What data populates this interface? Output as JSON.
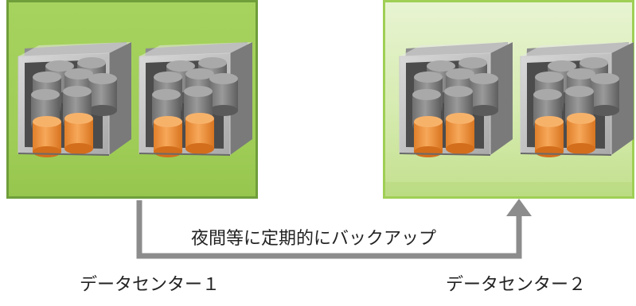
{
  "datacenters": [
    {
      "caption": "データセンター１"
    },
    {
      "caption": "データセンター２"
    }
  ],
  "backup": {
    "label": "夜間等に定期的にバックアップ"
  },
  "colors": {
    "primary_green": "#9fcd57",
    "primary_border": "#6f9e3a",
    "secondary_green": "#d6ebb0",
    "secondary_border": "#9fcf55",
    "storage_orange": "#f39a45",
    "storage_gray": "#8a8a8a",
    "arrow_gray": "#8c8c8c"
  }
}
